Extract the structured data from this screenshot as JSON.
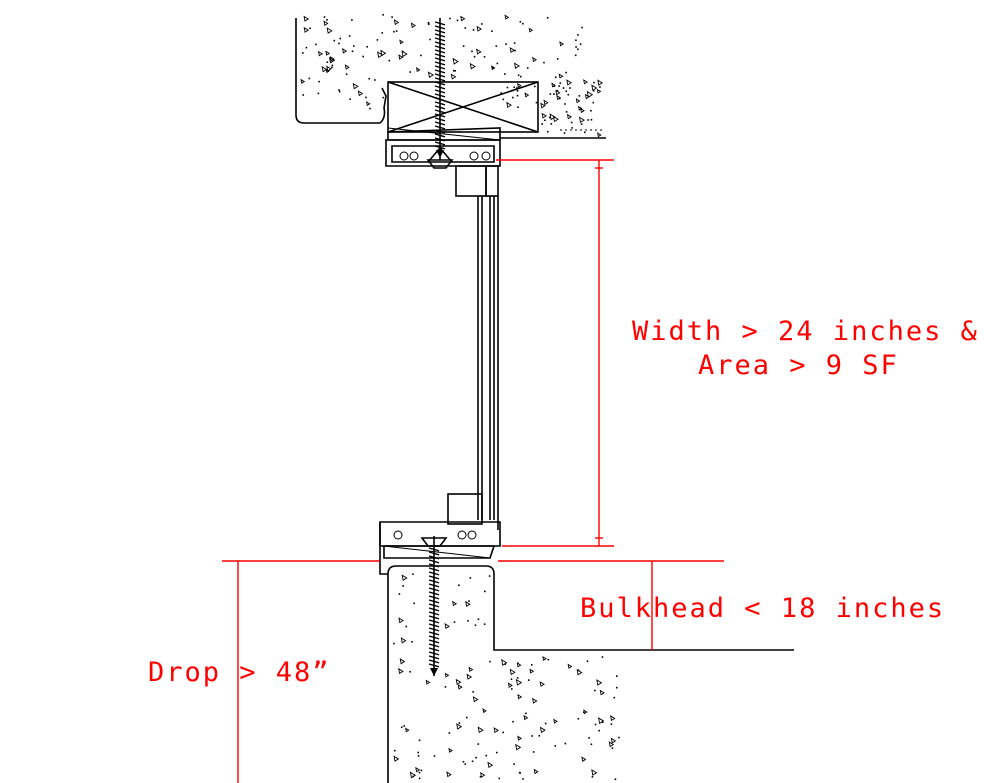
{
  "annotations": {
    "width_line1": "Width > 24 inches &",
    "width_line2": "Area > 9 SF",
    "bulkhead": "Bulkhead < 18 inches",
    "drop": "Drop > 48”"
  },
  "colors": {
    "dimension": "#ff0000",
    "linework": "#000000",
    "background": "#ffffff"
  }
}
